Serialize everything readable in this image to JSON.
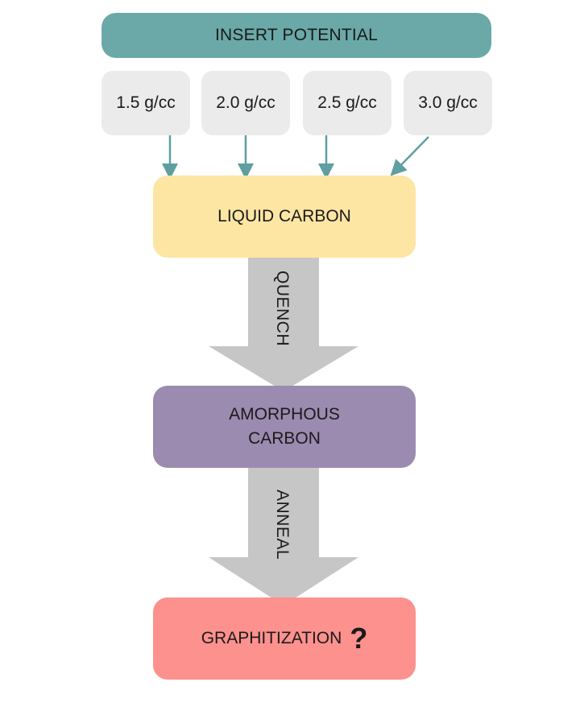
{
  "header": {
    "label": "INSERT POTENTIAL",
    "color": "#6aa9a8"
  },
  "densities": [
    {
      "label": "1.5 g/cc"
    },
    {
      "label": "2.0 g/cc"
    },
    {
      "label": "2.5 g/cc"
    },
    {
      "label": "3.0 g/cc"
    }
  ],
  "density_color": "#ebebeb",
  "connector_color": "#5f9fa0",
  "stages": {
    "liquid": {
      "label": "LIQUID CARBON",
      "color": "#fde5a3"
    },
    "amorphous": {
      "label": "AMORPHOUS\nCARBON",
      "color": "#9b8bb0"
    },
    "graphite": {
      "label": "GRAPHITIZATION",
      "mark": "?",
      "color": "#fd918d"
    }
  },
  "processes": {
    "quench": {
      "label": "QUENCH",
      "color": "#c6c6c6"
    },
    "anneal": {
      "label": "ANNEAL",
      "color": "#c6c6c6"
    }
  }
}
